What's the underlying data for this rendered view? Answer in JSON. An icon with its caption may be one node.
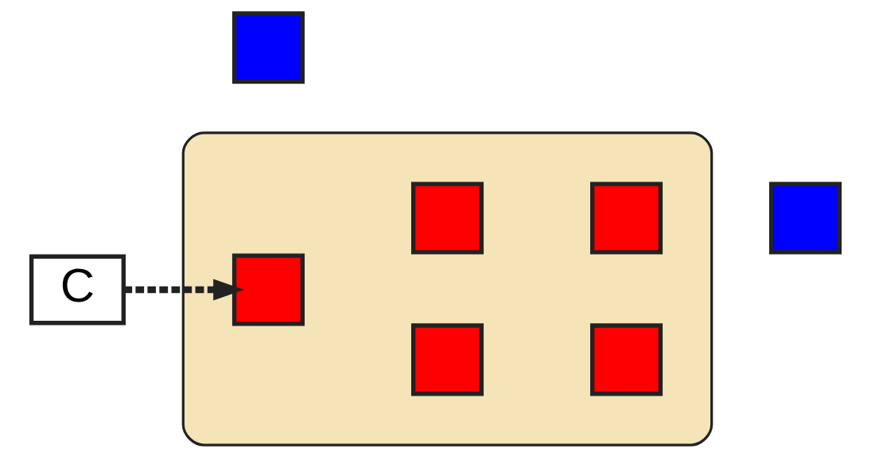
{
  "diagram": {
    "nodes": [
      {
        "text": [],
        "shape": "box"
      },
      {
        "text": [],
        "shape": "cloud"
      },
      {
        "text": [],
        "shape": "box",
        "in": 1
      },
      {
        "text": [],
        "shape": "box",
        "in": 1
      },
      {
        "text": [],
        "shape": "box",
        "in": 1
      },
      {
        "text": [],
        "shape": "box",
        "in": 1
      },
      {
        "text": [],
        "shape": "box",
        "in": 1
      },
      {
        "text": [],
        "shape": "box"
      },
      {
        "text": [
          "C"
        ]
      }
    ],
    "edges": [
      {
        "from": 8,
        "to": 2,
        "arrow": "to",
        "style": "dashed"
      }
    ]
  }
}
